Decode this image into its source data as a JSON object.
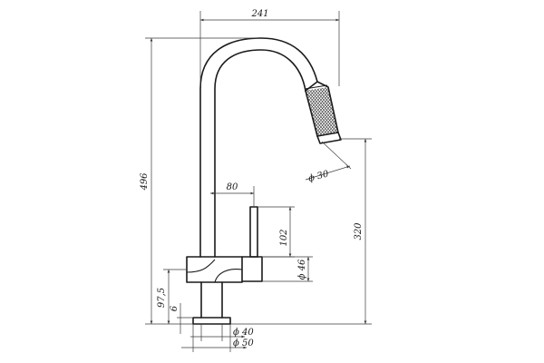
{
  "drawing": {
    "subject": "faucet",
    "dimensions": {
      "total_width": "241",
      "total_height": "496",
      "spout_height": "320",
      "lever_offset": "80",
      "lever_length": "102",
      "spray_diameter": "ϕ 30",
      "body_diameter": "ϕ 46",
      "base_height": "97,5",
      "flange_thickness": "6",
      "shank_diameter": "ϕ 40",
      "flange_diameter": "ϕ 50"
    }
  }
}
